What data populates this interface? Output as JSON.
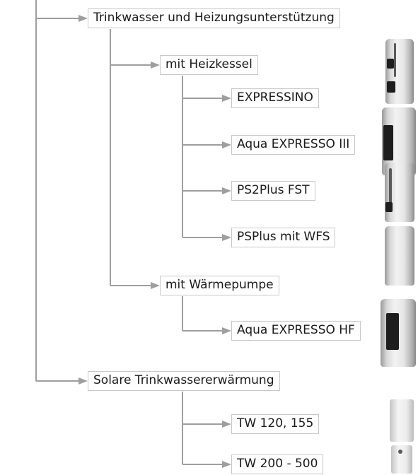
{
  "nodes": {
    "trinkwasser_heizung": "Trinkwasser und Heizungsunterstützung",
    "mit_heizkessel": "mit Heizkessel",
    "expressino": "EXPRESSINO",
    "aqua_expresso_iii": "Aqua EXPRESSO III",
    "ps2plus_fst": "PS2Plus FST",
    "psplus_mit_wfs": "PSPlus mit WFS",
    "mit_waermepumpe": "mit Wärmepumpe",
    "aqua_expresso_hf": "Aqua EXPRESSO HF",
    "solare_trinkwasser": "Solare Trinkwassererwärmung",
    "tw_120_155": "TW 120, 155",
    "tw_200_500": "TW 200 - 500"
  },
  "colors": {
    "connector": "#9e9e9e",
    "box_border": "#c8c8c8",
    "text": "#1a1a1a"
  }
}
